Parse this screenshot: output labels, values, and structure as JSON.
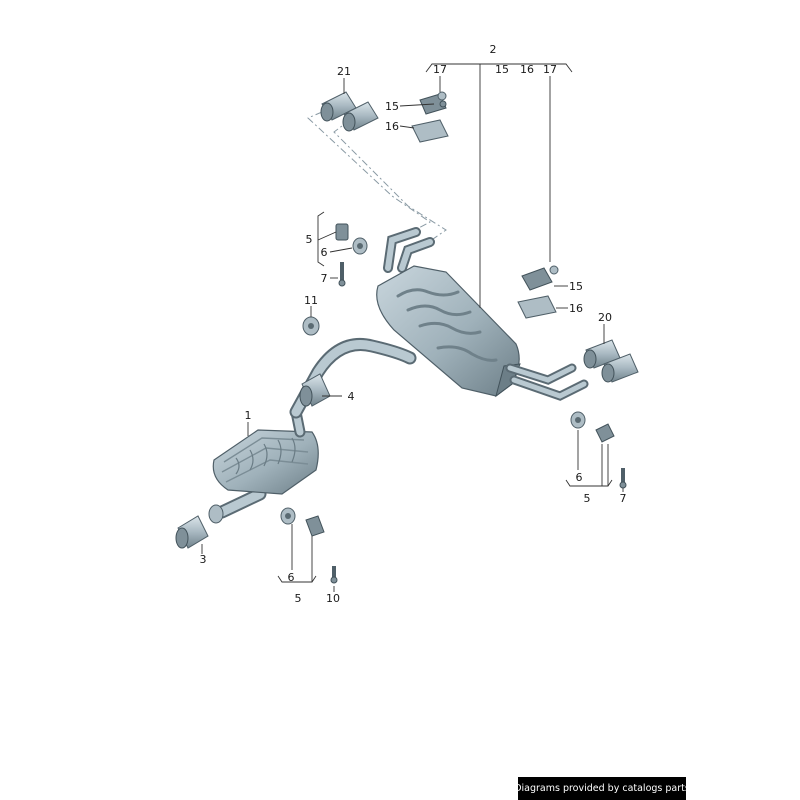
{
  "callouts": {
    "c1": "1",
    "c2": "2",
    "c3": "3",
    "c4": "4",
    "c5a": "5",
    "c5b": "5",
    "c5c": "5",
    "c6a": "6",
    "c6b": "6",
    "c6c": "6",
    "c7a": "7",
    "c7b": "7",
    "c10": "10",
    "c11": "11",
    "c15a": "15",
    "c15b": "15",
    "c15c": "15",
    "c16a": "16",
    "c16b": "16",
    "c16c": "16",
    "c17a": "17",
    "c17b": "17",
    "c20": "20",
    "c21": "21"
  },
  "credit": "Diagrams provided by catalogs parts"
}
